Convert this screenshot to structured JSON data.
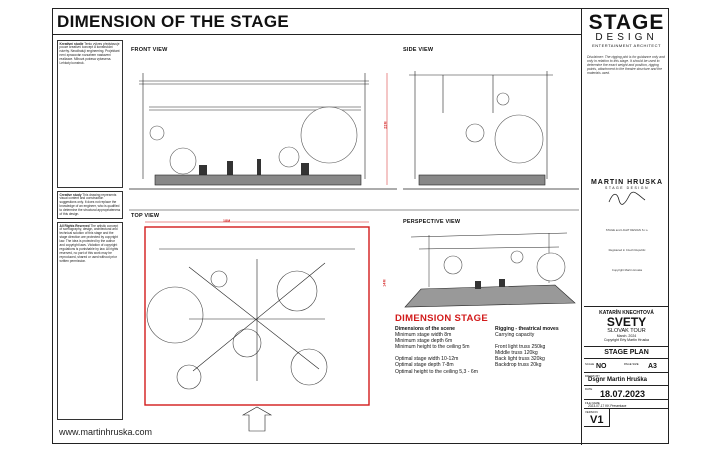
{
  "title": "DIMENSION OF THE STAGE",
  "url": "www.martinhruska.com",
  "views": {
    "front": "FRONT VIEW",
    "side": "SIDE VIEW",
    "top": "TOP VIEW",
    "perspective": "PERSPECTIVE VIEW"
  },
  "dims": {
    "front_height": "22M",
    "top_width": "18M",
    "top_depth": "14M"
  },
  "notes": {
    "note1_label": "Kreativní studie",
    "note1_body": "Tento výkres představuje pouze kreativní koncept a konstrukční návrhy. Neodhalují engineering. Projektant není zpracován rozsahem nastavení realizace. Mlhová potrava vybavena. Lehkoty konstruk.",
    "note2_label": "Creative study",
    "note2_body": "This drawing represents visual content and construction suggestions only. It does not replace the knowledge of an engineer, who is qualified to determine the structural appropriateness of this design.",
    "note3_label": "All Rights Reserved",
    "note3_body": "The artistic concept of scenography, design, architectural and technical solution of this stage and the stage direction are protected by copyright law. The idea is protected by the author and copyright laws. Violation of copyright regulations is punishable by law. All rights reserved, no part of this work may be reproduced, shared or used without prior written permission."
  },
  "sidebar": {
    "logo_line1": "STAGE",
    "logo_line2": "DESIGN",
    "logo_line3": "ENTERTAINMENT ARCHITECT",
    "disclaimer": "Disclaimer: The rigging plot is for guidance only and only in relation to this stage. It should be used to determine the exact weight and position, rigging points, attachment to the theatre structure and the materials used.",
    "signer_name": "MARTIN HRUSKA",
    "signer_sub": "STAGE DESIGN",
    "contact_1": "STAGE and LIGHT DESIGN S.r.o.",
    "contact_2": "Registered in Czech Republic",
    "contact_3": "Copyright Martin Hruska",
    "project_artist": "KATARÍN KNECHTOVÁ",
    "project_name": "SVETY",
    "project_tour": "SLOVAK TOUR",
    "project_date": "March. 2024",
    "copyright": "Copyright Erty Martin Hruska",
    "plan_title": "STAGE PLAN",
    "scale_key": "SCALE",
    "scale_val": "NO",
    "size_key": "PAGE SIZE",
    "size_val": "A3",
    "drawn_key": "DRAWN BY",
    "drawn_val": "Dsgnr Martin Hruška",
    "date_key": "DATE",
    "date_val": "18.07.2023",
    "file_key": "FILE NAME",
    "file_val": "2023-07-17 KK Presentace",
    "version_key": "VERSION",
    "version_val": "V1"
  },
  "measurements": {
    "title": "DIMENSION STAGE",
    "col1": [
      {
        "text": "Dimensions of the scene",
        "bold": true
      },
      {
        "text": "Minimum stage width 8m",
        "bold": false
      },
      {
        "text": "Minimum stage depth 6m",
        "bold": false
      },
      {
        "text": "Minimum height to the ceiling 5m",
        "bold": false
      },
      {
        "text": "",
        "bold": false
      },
      {
        "text": "Optimal stage width 10-12m",
        "bold": false
      },
      {
        "text": "Optimal stage depth 7-8m",
        "bold": false
      },
      {
        "text": "Optimal height to the ceiling 5,3 - 6m",
        "bold": false
      }
    ],
    "col2": [
      {
        "text": "Rigging - theatrical moves",
        "bold": true
      },
      {
        "text": "Carrying capacity",
        "bold": false
      },
      {
        "text": "",
        "bold": false
      },
      {
        "text": "Front light truss 250kg",
        "bold": false
      },
      {
        "text": "Middle truss 120kg",
        "bold": false
      },
      {
        "text": "Back light truss 320kg",
        "bold": false
      },
      {
        "text": "Backdrop truss 20kg",
        "bold": false
      }
    ]
  },
  "colors": {
    "accent_red": "#d21b1b",
    "line": "#222222"
  }
}
